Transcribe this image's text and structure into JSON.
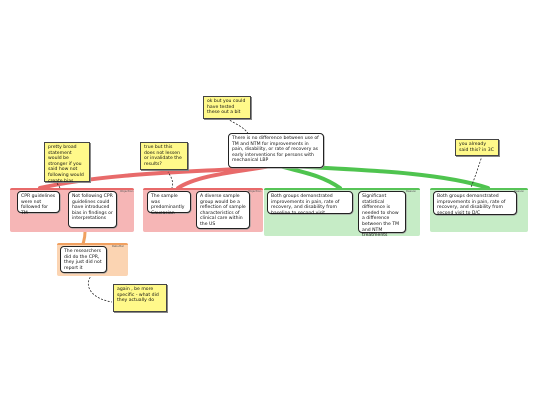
{
  "claim": "There is no difference between use of TM and NTM for improvements in pain, disability, or rate of recovery as early interventions for persons with mechanical LBP",
  "arguments": [
    {
      "tag": "Objection",
      "texts": [
        "CPR guidelines were not followed for TM",
        "Not following CPR guidelines could have introduced bias in findings or interpretations"
      ]
    },
    {
      "tag": "Objection",
      "texts": [
        "The sample was predominantly Caucasian",
        "A diverse sample group would be a reflection of sample characteristics of clinical care within the US"
      ]
    },
    {
      "tag": "Reason",
      "texts": [
        "Both groups demonstrated improvements in pain, rate of recovery, and disability from baseline to second visit",
        "Significant statistical difference is needed to show a difference between the TM and NTM treatments"
      ]
    },
    {
      "tag": "Reason",
      "texts": [
        "Both groups demonstrated improvements in pain, rate of recovery, and disability from second visit to D/C"
      ]
    }
  ],
  "rebuttal": {
    "tag": "Rebuttal",
    "text": "The researchers did do the CPR, they just did not report it"
  },
  "notes": {
    "top": "ok but you could have tested these out a bit",
    "pretty_broad": "pretty broad statement would be stronger if you said how not following would create bias",
    "true_but": "true but this does not lessen or invalidate the results?",
    "already": "you already said this? in 3C",
    "again": "again , be more specific - what did they actually do"
  }
}
